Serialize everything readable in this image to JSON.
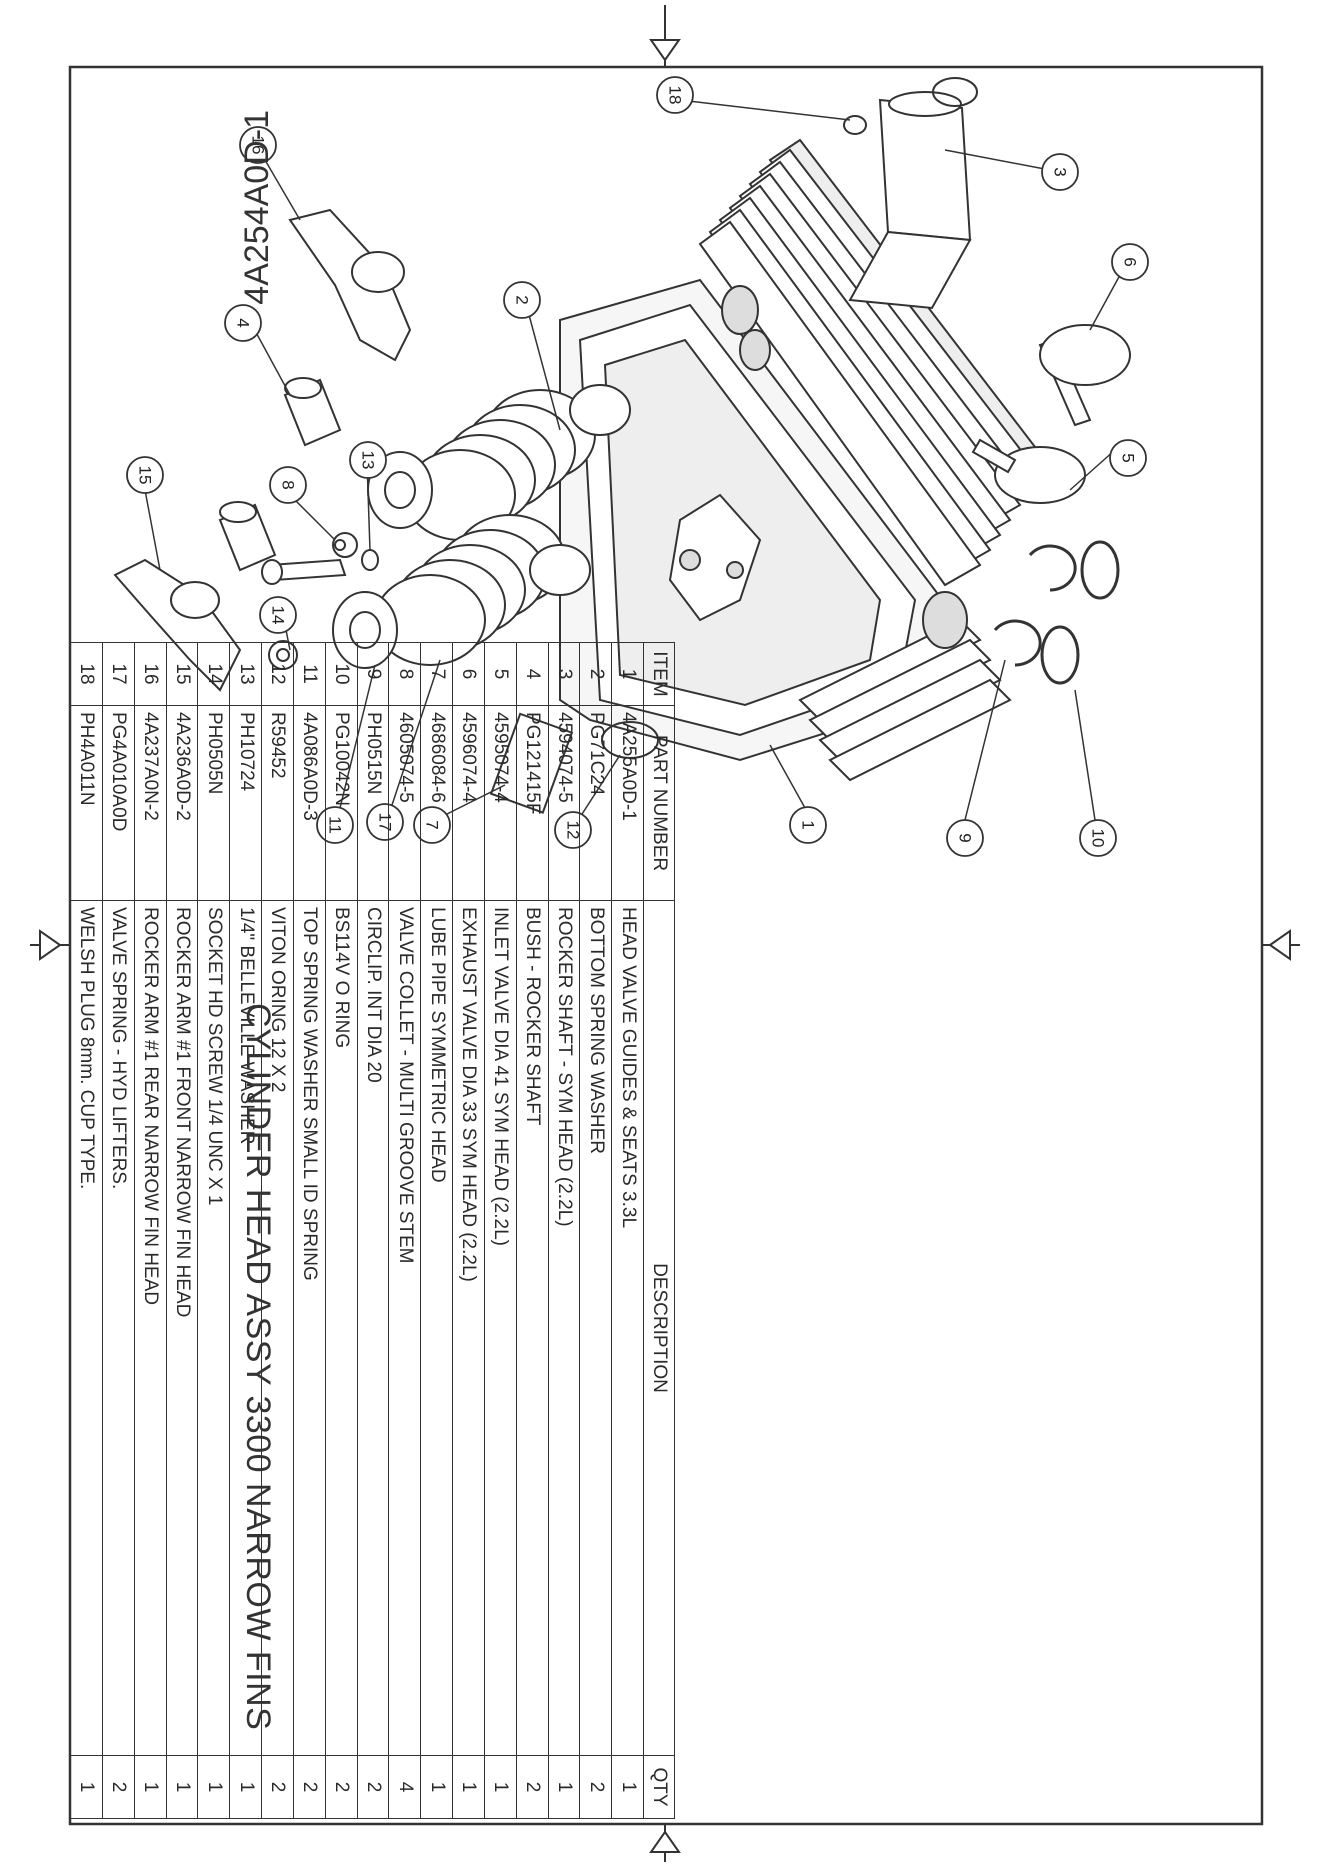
{
  "title": "CYLINDER HEAD ASSY 3300 NARROW FINS",
  "drawing_number": "4A254A0D-1",
  "bom": {
    "headers": {
      "item": "ITEM",
      "part_number": "PART NUMBER",
      "description": "DESCRIPTION",
      "qty": "QTY"
    },
    "rows": [
      {
        "item": "1",
        "part": "4A255A0D-1",
        "desc": "HEAD VALVE GUIDES & SEATS 3.3L",
        "qty": "1"
      },
      {
        "item": "2",
        "part": "PG71C24",
        "desc": "BOTTOM SPRING WASHER",
        "qty": "2"
      },
      {
        "item": "3",
        "part": "4594074-5",
        "desc": "ROCKER SHAFT - SYM HEAD (2.2L)",
        "qty": "1"
      },
      {
        "item": "4",
        "part": "PG121415F",
        "desc": "BUSH - ROCKER SHAFT",
        "qty": "2"
      },
      {
        "item": "5",
        "part": "4595074-4",
        "desc": "INLET VALVE DIA 41 SYM HEAD (2.2L)",
        "qty": "1"
      },
      {
        "item": "6",
        "part": "4596074-4",
        "desc": "EXHAUST VALVE DIA 33 SYM HEAD (2.2L)",
        "qty": "1"
      },
      {
        "item": "7",
        "part": "4686084-6",
        "desc": "LUBE PIPE SYMMETRIC HEAD",
        "qty": "1"
      },
      {
        "item": "8",
        "part": "4605074-5",
        "desc": "VALVE COLLET - MULTI GROOVE STEM",
        "qty": "4"
      },
      {
        "item": "9",
        "part": "PH0515N",
        "desc": "CIRCLIP. INT DIA 20",
        "qty": "2"
      },
      {
        "item": "10",
        "part": "PG10042N",
        "desc": "BS114V O RING",
        "qty": "2"
      },
      {
        "item": "11",
        "part": "4A086A0D-3",
        "desc": "TOP SPRING WASHER SMALL ID SPRING",
        "qty": "2"
      },
      {
        "item": "12",
        "part": "R59452",
        "desc": "VITON ORING 12 X 2",
        "qty": "2"
      },
      {
        "item": "13",
        "part": "PH10724",
        "desc": "1/4\" BELLEVILLE WASHER",
        "qty": "1"
      },
      {
        "item": "14",
        "part": "PH0505N",
        "desc": "SOCKET HD SCREW 1/4 UNC X 1",
        "qty": "1"
      },
      {
        "item": "15",
        "part": "4A236A0D-2",
        "desc": "ROCKER ARM #1 FRONT NARROW FIN HEAD",
        "qty": "1"
      },
      {
        "item": "16",
        "part": "4A237A0N-2",
        "desc": "ROCKER ARM #1 REAR NARROW FIN HEAD",
        "qty": "1"
      },
      {
        "item": "17",
        "part": "PG4A010A0D",
        "desc": "VALVE SPRING - HYD LIFTERS.",
        "qty": "2"
      },
      {
        "item": "18",
        "part": "PH4A011N",
        "desc": "WELSH PLUG 8mm. CUP TYPE.",
        "qty": "1"
      }
    ]
  },
  "callouts": [
    "1",
    "2",
    "3",
    "4",
    "5",
    "6",
    "7",
    "8",
    "9",
    "10",
    "11",
    "12",
    "13",
    "14",
    "15",
    "16",
    "17",
    "18"
  ]
}
